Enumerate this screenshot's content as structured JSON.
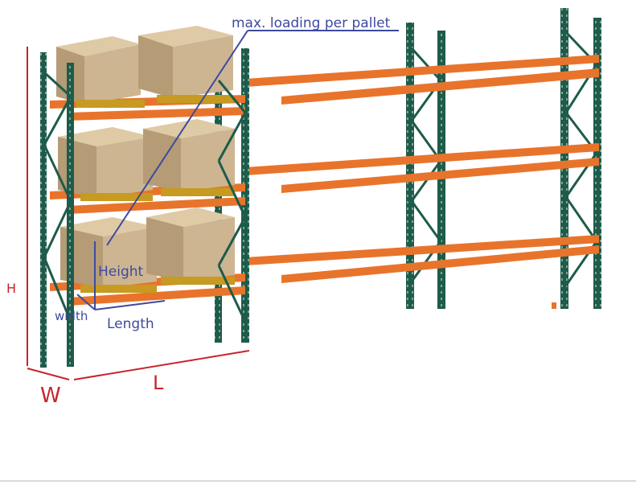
{
  "labels": {
    "max_loading": "max. loading per pallet",
    "height": "Height",
    "width": "width",
    "length": "Length",
    "rack_height": "H",
    "rack_width": "W",
    "rack_length": "L"
  },
  "colors": {
    "upright": "#1e5b4a",
    "beam": "#e8742c",
    "beam_shadow": "#c45a1c",
    "box": "#cdb592",
    "box_dark": "#b59b76",
    "pallet": "#c79a21",
    "annotation_blue": "#3d4a9e",
    "annotation_red": "#c8242b"
  },
  "icons": {
    "box": "cardboard-box-icon",
    "upright": "rack-upright-icon"
  }
}
